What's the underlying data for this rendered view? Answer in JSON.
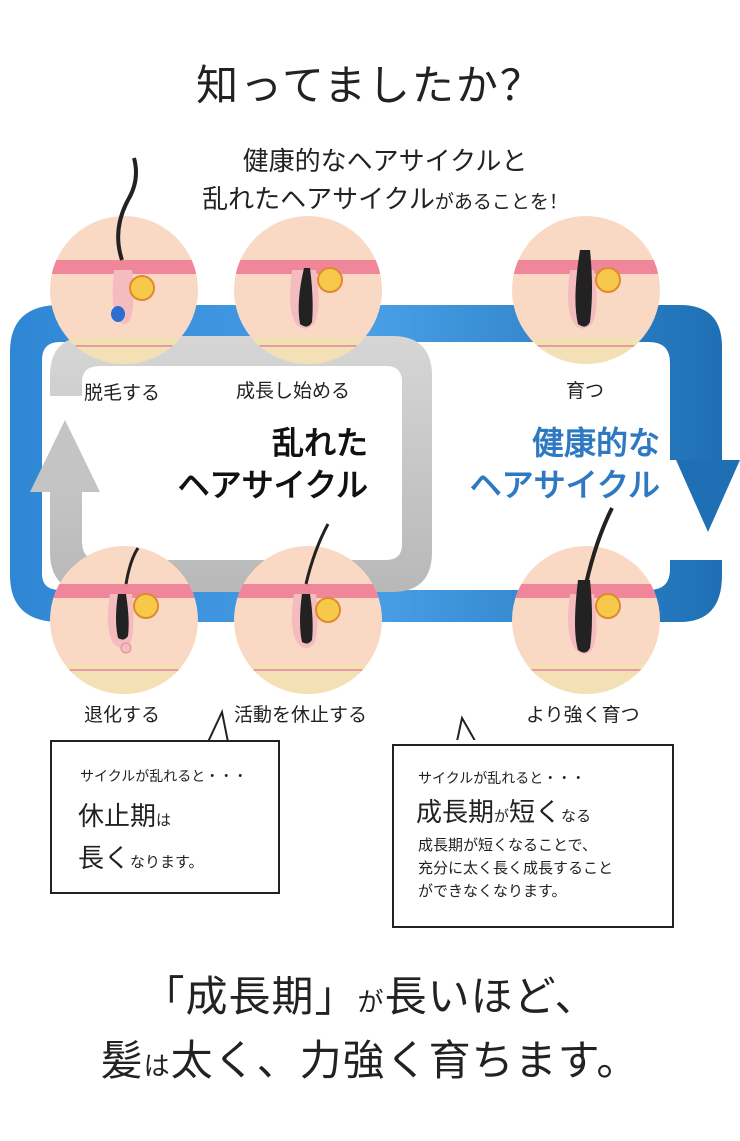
{
  "title": "知ってましたか？",
  "intro": {
    "line1": "健康的なヘアサイクルと",
    "line2_main": "乱れたヘアサイクル",
    "line2_small": "があることを！"
  },
  "cycle": {
    "disrupted_label": [
      "乱れた",
      "ヘアサイクル"
    ],
    "healthy_label": [
      "健康的な",
      "ヘアサイクル"
    ],
    "colors": {
      "healthy_arrow": "#3f8fd8",
      "healthy_arrow_dark": "#1f6fb5",
      "disrupted_arrow": "#c4c4c4",
      "skin": "#f9d9c4",
      "skin_top": "#f0869a",
      "healthy_text": "#2f79c2"
    },
    "stages": {
      "hair_loss": "脱毛する",
      "growth_start": "成長し始める",
      "grow": "育つ",
      "regression": "退化する",
      "resting": "活動を休止する",
      "grow_stronger": "より強く育つ"
    }
  },
  "callout_left": {
    "lead": "サイクルが乱れると・・・",
    "big1": "休止期",
    "big1_small": "は",
    "big2": "長く",
    "big2_small": "なります。"
  },
  "callout_right": {
    "lead": "サイクルが乱れると・・・",
    "big_a": "成長期",
    "big_a_small": "が",
    "big_b": "短く",
    "big_b_small": "なる",
    "body": [
      "成長期が短くなることで、",
      "充分に太く長く成長すること",
      "ができなくなります。"
    ]
  },
  "conclusion": {
    "line1_main": "「成長期」",
    "line1_small": "が",
    "line1_rest": "長いほど、",
    "line2_a": "髪",
    "line2_small": "は",
    "line2_rest": "太く、力強く育ちます。"
  }
}
